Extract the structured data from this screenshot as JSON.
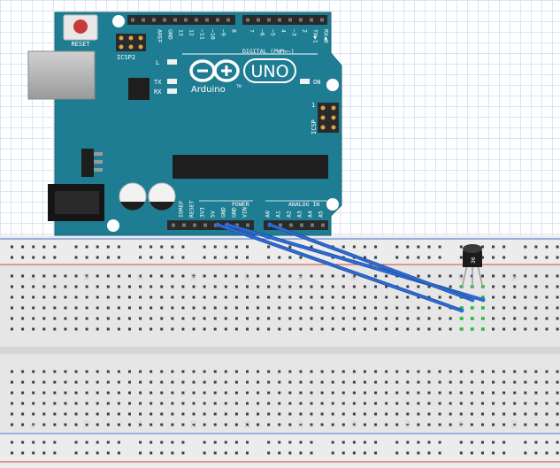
{
  "arduino": {
    "reset_label": "RESET",
    "icsp2_label": "ICSP2",
    "icsp_label": "ICSP",
    "icsp_pin": "1",
    "l_label": "L",
    "tx_label": "TX",
    "rx_label": "RX",
    "on_label": "ON",
    "uno_label": "UNO",
    "brand_label": "Arduino",
    "tm_label": "TM",
    "digital_label": "DIGITAL (PWM=~)",
    "power_label": "POWER",
    "analog_label": "ANALOG IN",
    "digital_pins": [
      "AREF",
      "GND",
      "13",
      "12",
      "~11",
      "~10",
      "~9",
      "8",
      "7",
      "~6",
      "~5",
      "4",
      "~3",
      "2",
      "TX▶1",
      "RX◀0"
    ],
    "power_pins": [
      "IOREF",
      "RESET",
      "3V3",
      "5V",
      "GND",
      "GND",
      "VIN"
    ],
    "analog_pins": [
      "A0",
      "A1",
      "A2",
      "A3",
      "A4",
      "A5"
    ]
  },
  "breadboard": {
    "column_numbers": [
      "5",
      "10",
      "15",
      "20",
      "25",
      "30",
      "35",
      "40",
      "45",
      "50",
      "55"
    ],
    "colors": {
      "rail_red": "#d83b3b",
      "rail_blue": "#4a6fd8",
      "board": "#e6e6e6",
      "hole": "#3d3d3d",
      "active": "#22c53a"
    }
  },
  "sensor": {
    "label": "36"
  },
  "wires": {
    "color": "#2e6bd6"
  }
}
